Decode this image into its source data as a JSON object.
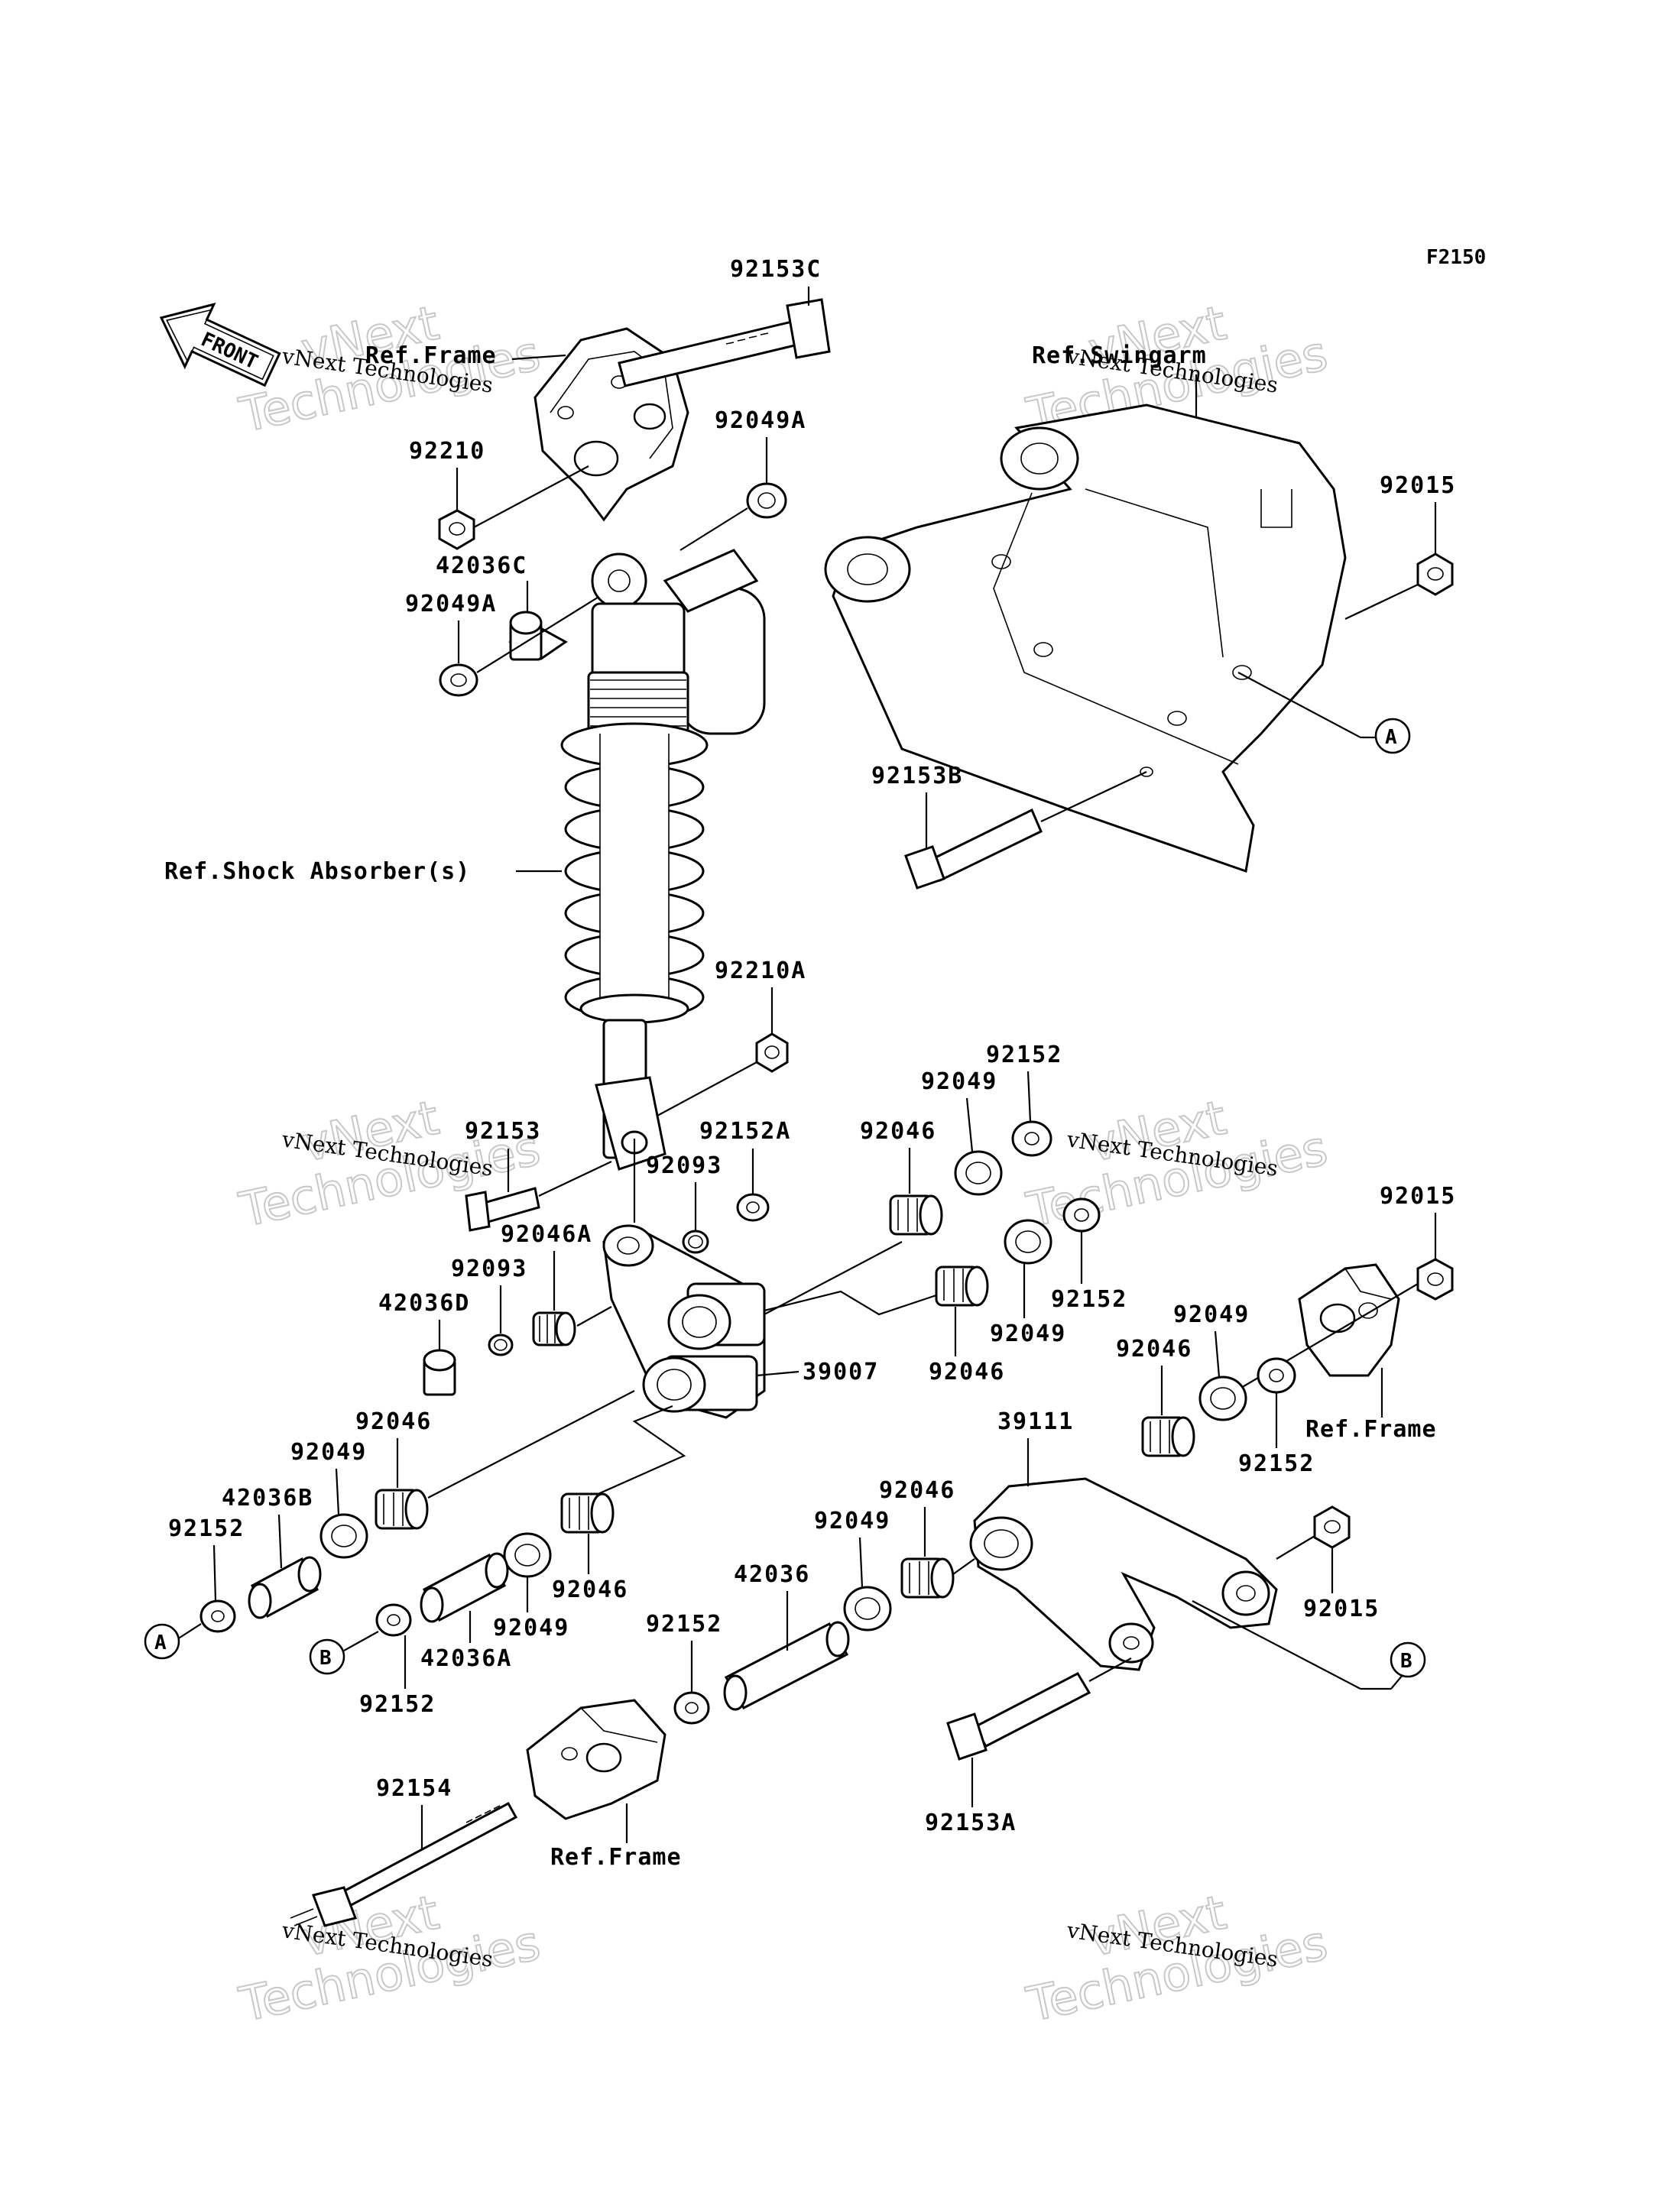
{
  "figure_code": "F2150",
  "front_arrow_label": "FRONT",
  "watermark": {
    "line1": "vNext",
    "line2": "Technologies",
    "caption": "vNext Technologies"
  },
  "refs": {
    "frame_top": "Ref.Frame",
    "swingarm": "Ref.Swingarm",
    "shock": "Ref.Shock Absorber(s)",
    "frame_right": "Ref.Frame",
    "frame_bottom": "Ref.Frame"
  },
  "callouts": {
    "a": "A",
    "b": "B"
  },
  "parts": {
    "p92153C": "92153C",
    "p92049A_top": "92049A",
    "p92210": "92210",
    "p42036C": "42036C",
    "p92049A_left": "92049A",
    "p92015_top": "92015",
    "p92153B": "92153B",
    "p92210A": "92210A",
    "p92152_top": "92152",
    "p92049_top": "92049",
    "p92046_top": "92046",
    "p92153": "92153",
    "p92152A": "92152A",
    "p92093_upper": "92093",
    "p92046A": "92046A",
    "p92093_lower": "92093",
    "p42036D": "42036D",
    "p92152_mid": "92152",
    "p92049_mid": "92049",
    "p92046_mid": "92046",
    "p39007": "39007",
    "p92015_right": "92015",
    "p92049_right": "92049",
    "p92046_right": "92046",
    "p92152_right": "92152",
    "p39111": "39111",
    "p92046_left": "92046",
    "p92049_left": "92049",
    "p42036B": "42036B",
    "p92152_left": "92152",
    "p92046_link": "92046",
    "p92049_link": "92049",
    "p42036": "42036",
    "p92046_center": "92046",
    "p92049_center": "92049",
    "p42036A": "42036A",
    "p92152_b": "92152",
    "p92152_bottom": "92152",
    "p92015_bottom": "92015",
    "p92154": "92154",
    "p92153A": "92153A"
  }
}
